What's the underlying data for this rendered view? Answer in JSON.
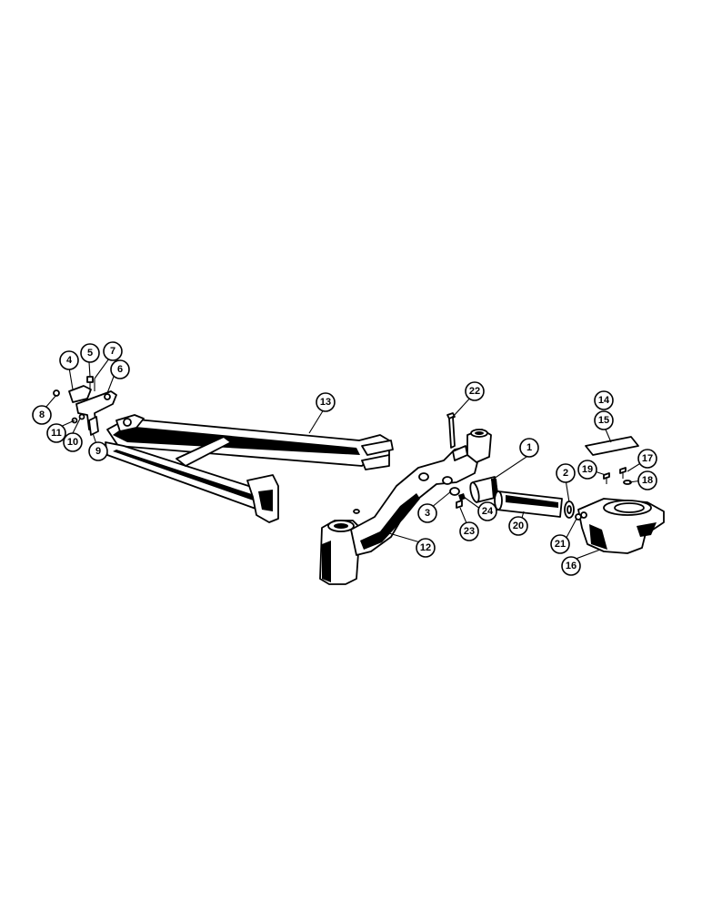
{
  "callouts": [
    {
      "key": "c1",
      "label": "1"
    },
    {
      "key": "c2",
      "label": "2"
    },
    {
      "key": "c3",
      "label": "3"
    },
    {
      "key": "c4",
      "label": "4"
    },
    {
      "key": "c5",
      "label": "5"
    },
    {
      "key": "c6",
      "label": "6"
    },
    {
      "key": "c7",
      "label": "7"
    },
    {
      "key": "c8",
      "label": "8"
    },
    {
      "key": "c9",
      "label": "9"
    },
    {
      "key": "c10",
      "label": "10"
    },
    {
      "key": "c11",
      "label": "11"
    },
    {
      "key": "c12",
      "label": "12"
    },
    {
      "key": "c13",
      "label": "13"
    },
    {
      "key": "c14",
      "label": "14"
    },
    {
      "key": "c15",
      "label": "15"
    },
    {
      "key": "c16",
      "label": "16"
    },
    {
      "key": "c17",
      "label": "17"
    },
    {
      "key": "c18",
      "label": "18"
    },
    {
      "key": "c19",
      "label": "19"
    },
    {
      "key": "c20",
      "label": "20"
    },
    {
      "key": "c21",
      "label": "21"
    },
    {
      "key": "c22",
      "label": "22"
    },
    {
      "key": "c23",
      "label": "23"
    },
    {
      "key": "c24",
      "label": "24"
    }
  ]
}
